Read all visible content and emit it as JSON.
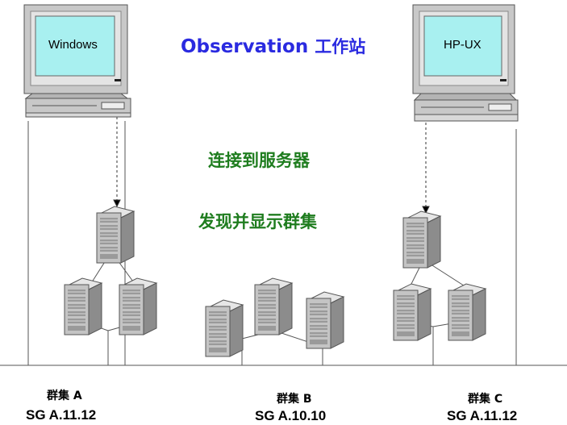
{
  "title": {
    "latin": "Observation",
    "cn": "工作站"
  },
  "workstations": [
    {
      "os": "Windows"
    },
    {
      "os": "HP-UX"
    }
  ],
  "steps": [
    "连接到服务器",
    "发现并显示群集"
  ],
  "clusters": [
    {
      "name": "群集 A",
      "version": "SG A.11.12"
    },
    {
      "name": "群集 B",
      "version": "SG A.10.10"
    },
    {
      "name": "群集 C",
      "version": "SG A.11.12"
    }
  ],
  "colors": {
    "title": "#2a2ae0",
    "steps": "#1f7d1f",
    "monitor_frame": "#c8c8c8",
    "screen": "#a8f0f0",
    "server_body": "#bdbdbd"
  }
}
